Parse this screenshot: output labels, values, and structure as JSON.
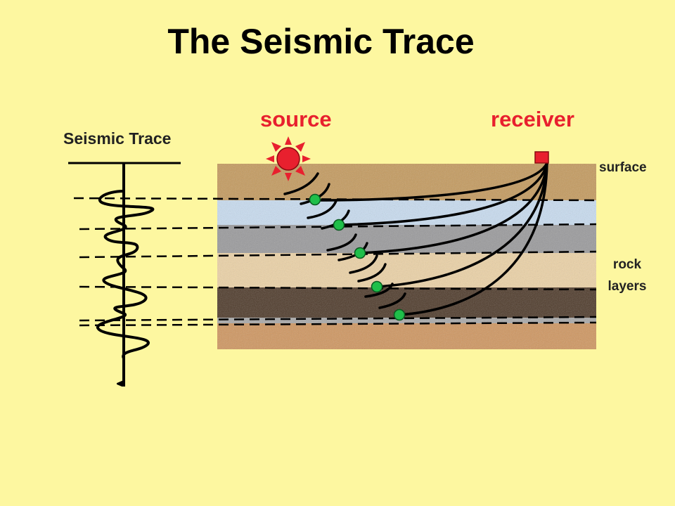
{
  "title": "The Seismic Trace",
  "labels": {
    "source": "source",
    "receiver": "receiver",
    "seismic_trace": "Seismic Trace",
    "surface": "surface",
    "rock": "rock",
    "layers": "layers"
  },
  "colors": {
    "background": "#fdf7a0",
    "label_accent": "#e8202e",
    "source_sun": "#e8202e",
    "receiver_marker": "#e8202e",
    "reflection_point": "#1fbf4a"
  },
  "layers": [
    {
      "name": "topsoil",
      "color": "#c49a5e"
    },
    {
      "name": "light-blue-sand",
      "color": "#c8dcf0"
    },
    {
      "name": "gray-gravel",
      "color": "#9a9a9c"
    },
    {
      "name": "tan-sandstone",
      "color": "#ecd2a6"
    },
    {
      "name": "dark-shale",
      "color": "#4e3a2a"
    },
    {
      "name": "thin-gray-band",
      "color": "#a9a9a9"
    },
    {
      "name": "orange-sandstone",
      "color": "#cf9660"
    }
  ],
  "icons": {
    "source": "sun-burst-icon",
    "receiver": "red-square-icon",
    "reflection": "green-dot-icon",
    "arrow": "arrow-down-icon"
  }
}
